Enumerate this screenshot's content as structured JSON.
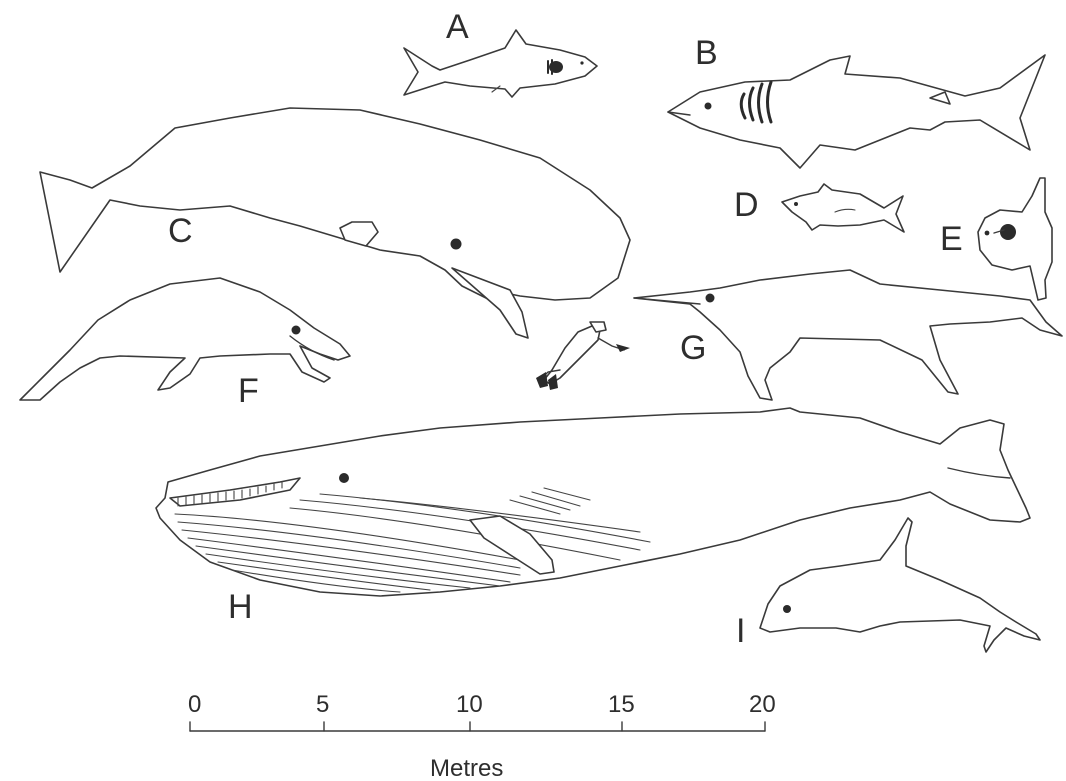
{
  "labels": {
    "a": "A",
    "b": "B",
    "c": "C",
    "d": "D",
    "e": "E",
    "f": "F",
    "g": "G",
    "h": "H",
    "i": "I"
  },
  "scale_bar": {
    "ticks": [
      "0",
      "5",
      "10",
      "15",
      "20"
    ],
    "unit": "Metres"
  },
  "colors": {
    "outline": "#3a3a3a",
    "fill": "#ffffff",
    "mark": "#2b2b2b"
  }
}
